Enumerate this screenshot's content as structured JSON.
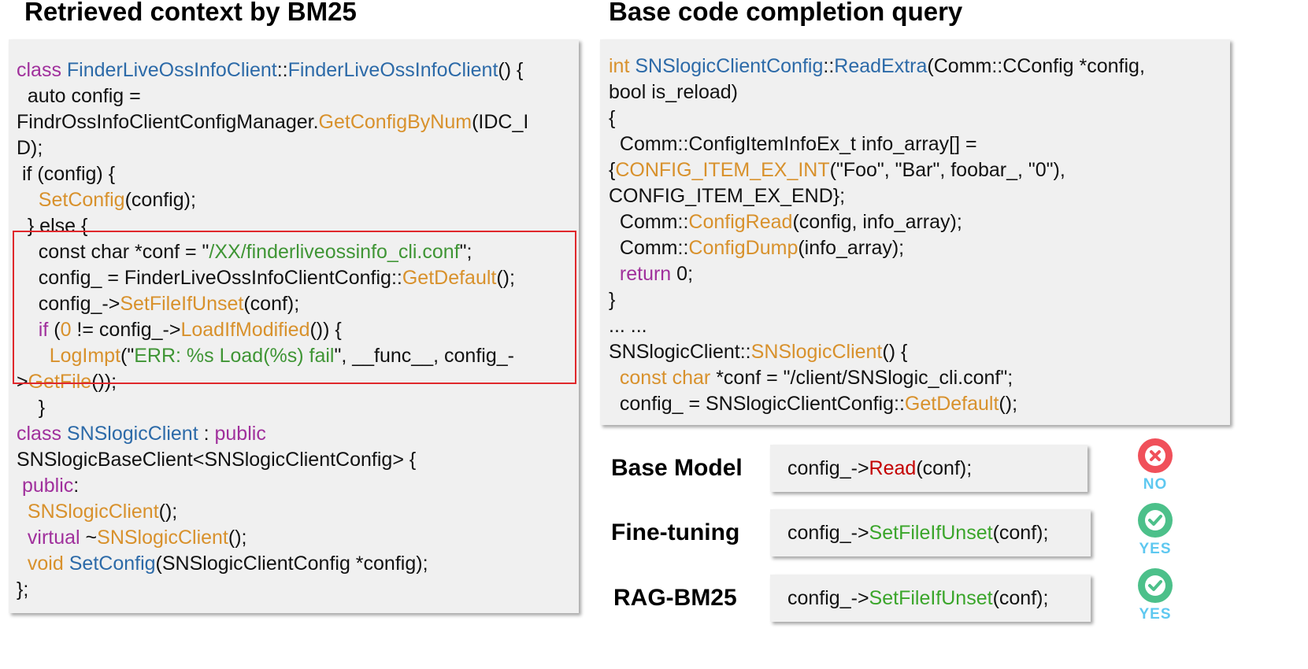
{
  "left": {
    "heading": "Retrieved context by BM25",
    "lines": [
      [
        {
          "t": "class ",
          "c": "kw"
        },
        {
          "t": "FinderLiveOssInfoClient",
          "c": "ty"
        },
        {
          "t": "::",
          "c": ""
        },
        {
          "t": "FinderLiveOssInfoClient",
          "c": "ty"
        },
        {
          "t": "() {",
          "c": ""
        }
      ],
      [
        {
          "t": "  auto config =",
          "c": ""
        }
      ],
      [
        {
          "t": "FindrOssInfoClientConfigManager.",
          "c": ""
        },
        {
          "t": "GetConfigByNum",
          "c": "fn"
        },
        {
          "t": "(IDC_I",
          "c": ""
        }
      ],
      [
        {
          "t": "D);",
          "c": ""
        }
      ],
      [
        {
          "t": " if (config) {",
          "c": ""
        }
      ],
      [
        {
          "t": "    ",
          "c": ""
        },
        {
          "t": "SetConfig",
          "c": "fn"
        },
        {
          "t": "(config);",
          "c": ""
        }
      ],
      [
        {
          "t": "  } else {",
          "c": ""
        }
      ],
      [
        {
          "t": "    const char *conf = \"",
          "c": ""
        },
        {
          "t": "/XX/finderliveossinfo_cli.conf",
          "c": "st"
        },
        {
          "t": "\";",
          "c": ""
        }
      ],
      [
        {
          "t": "    config_ = FinderLiveOssInfoClientConfig::",
          "c": ""
        },
        {
          "t": "GetDefault",
          "c": "fn"
        },
        {
          "t": "();",
          "c": ""
        }
      ],
      [
        {
          "t": "    config_->",
          "c": ""
        },
        {
          "t": "SetFileIfUnset",
          "c": "fn"
        },
        {
          "t": "(conf);",
          "c": ""
        }
      ],
      [
        {
          "t": "    ",
          "c": ""
        },
        {
          "t": "if",
          "c": "kw"
        },
        {
          "t": " (",
          "c": ""
        },
        {
          "t": "0",
          "c": "nm"
        },
        {
          "t": " != config_->",
          "c": ""
        },
        {
          "t": "LoadIfModified",
          "c": "fn"
        },
        {
          "t": "()) {",
          "c": ""
        }
      ],
      [
        {
          "t": "      ",
          "c": ""
        },
        {
          "t": "LogImpt",
          "c": "fn"
        },
        {
          "t": "(\"",
          "c": ""
        },
        {
          "t": "ERR: %s Load(%s) fail",
          "c": "st"
        },
        {
          "t": "\", __func__, config_-",
          "c": ""
        }
      ],
      [
        {
          "t": ">",
          "c": ""
        },
        {
          "t": "GetFile",
          "c": "fn"
        },
        {
          "t": "());",
          "c": ""
        }
      ],
      [
        {
          "t": "    }",
          "c": ""
        }
      ],
      [
        {
          "t": "class ",
          "c": "kw"
        },
        {
          "t": "SNSlogicClient",
          "c": "ty"
        },
        {
          "t": " : ",
          "c": ""
        },
        {
          "t": "public",
          "c": "kw"
        }
      ],
      [
        {
          "t": "SNSlogicBaseClient<SNSlogicClientConfig> {",
          "c": ""
        }
      ],
      [
        {
          "t": " ",
          "c": ""
        },
        {
          "t": "public",
          "c": "kw"
        },
        {
          "t": ":",
          "c": ""
        }
      ],
      [
        {
          "t": "  ",
          "c": ""
        },
        {
          "t": "SNSlogicClient",
          "c": "fn"
        },
        {
          "t": "();",
          "c": ""
        }
      ],
      [
        {
          "t": "  ",
          "c": ""
        },
        {
          "t": "virtual",
          "c": "kw"
        },
        {
          "t": " ~",
          "c": ""
        },
        {
          "t": "SNSlogicClient",
          "c": "fn"
        },
        {
          "t": "();",
          "c": ""
        }
      ],
      [
        {
          "t": "  ",
          "c": ""
        },
        {
          "t": "void",
          "c": "fn"
        },
        {
          "t": " ",
          "c": ""
        },
        {
          "t": "SetConfig",
          "c": "ty"
        },
        {
          "t": "(SNSlogicClientConfig *config);",
          "c": ""
        }
      ],
      [
        {
          "t": "};",
          "c": ""
        }
      ]
    ]
  },
  "right": {
    "heading": "Base code completion query",
    "lines": [
      [
        {
          "t": "int ",
          "c": "fn"
        },
        {
          "t": "SNSlogicClientConfig",
          "c": "ty"
        },
        {
          "t": "::",
          "c": ""
        },
        {
          "t": "ReadExtra",
          "c": "ty"
        },
        {
          "t": "(Comm::CConfig *config,",
          "c": ""
        }
      ],
      [
        {
          "t": "bool is_reload)",
          "c": ""
        }
      ],
      [
        {
          "t": "{",
          "c": ""
        }
      ],
      [
        {
          "t": "  Comm::ConfigItemInfoEx_t info_array[] =",
          "c": ""
        }
      ],
      [
        {
          "t": "{",
          "c": ""
        },
        {
          "t": "CONFIG_ITEM_EX_INT",
          "c": "fn"
        },
        {
          "t": "(\"Foo\", \"Bar\", foobar_, \"0\"),",
          "c": ""
        }
      ],
      [
        {
          "t": "CONFIG_ITEM_EX_END};",
          "c": ""
        }
      ],
      [
        {
          "t": "  Comm::",
          "c": ""
        },
        {
          "t": "ConfigRead",
          "c": "fn"
        },
        {
          "t": "(config, info_array);",
          "c": ""
        }
      ],
      [
        {
          "t": "  Comm::",
          "c": ""
        },
        {
          "t": "ConfigDump",
          "c": "fn"
        },
        {
          "t": "(info_array);",
          "c": ""
        }
      ],
      [
        {
          "t": "  ",
          "c": ""
        },
        {
          "t": "return",
          "c": "kw"
        },
        {
          "t": " 0;",
          "c": ""
        }
      ],
      [
        {
          "t": "}",
          "c": ""
        }
      ],
      [
        {
          "t": "... ...",
          "c": ""
        }
      ],
      [
        {
          "t": "SNSlogicClient::",
          "c": ""
        },
        {
          "t": "SNSlogicClient",
          "c": "fn"
        },
        {
          "t": "() {",
          "c": ""
        }
      ],
      [
        {
          "t": "  ",
          "c": ""
        },
        {
          "t": "const char",
          "c": "fn"
        },
        {
          "t": " *conf = \"/client/SNSlogic_cli.conf\";",
          "c": ""
        }
      ],
      [
        {
          "t": "  config_ = SNSlogicClientConfig::",
          "c": ""
        },
        {
          "t": "GetDefault",
          "c": "fn"
        },
        {
          "t": "();",
          "c": ""
        }
      ]
    ]
  },
  "results": [
    {
      "label": "Base Model",
      "pre": "config_->",
      "fn": "Read",
      "fn_class": "red-fn",
      "post": "(conf);",
      "verdict": "NO",
      "ok": false
    },
    {
      "label": "Fine-tuning",
      "pre": "config_->",
      "fn": "SetFileIfUnset",
      "fn_class": "green-fn",
      "post": "(conf);",
      "verdict": "YES",
      "ok": true
    },
    {
      "label": "RAG-BM25",
      "pre": "config_->",
      "fn": "SetFileIfUnset",
      "fn_class": "green-fn",
      "post": "(conf);",
      "verdict": "YES",
      "ok": true
    }
  ],
  "colors": {
    "keyword": "#a0309c",
    "type": "#2c6aa8",
    "function": "#d8912c",
    "string": "#3f9535",
    "no_badge": "#f0505a",
    "no_text": "#5ec8f0",
    "yes_badge": "#4cc08a",
    "yes_text": "#5ec8f0",
    "highlight": "#e0282c"
  }
}
